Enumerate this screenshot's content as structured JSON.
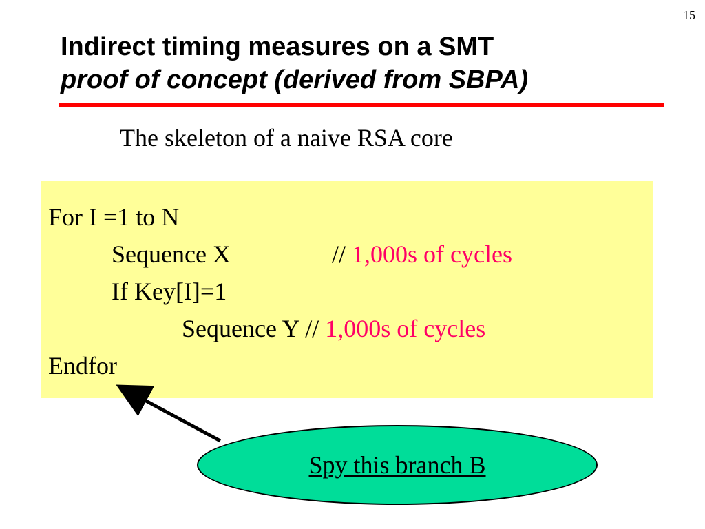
{
  "page": {
    "number": "15"
  },
  "title": {
    "line1": "Indirect timing measures on a SMT",
    "line2": "proof of concept (derived from SBPA)"
  },
  "subtitle": "The skeleton of a naive RSA core",
  "code": {
    "line1": "For I =1 to N",
    "line2_stmt": "Sequence X",
    "line2_comment_slashes": "//",
    "line2_comment_text": "1,000s of cycles",
    "line3": "If  Key[I]=1",
    "line4_stmt": "Sequence Y //",
    "line4_comment_text": "1,000s of cycles",
    "line5": "Endfor"
  },
  "callout": {
    "label": "Spy this branch B"
  },
  "colors": {
    "title_rule": "#ff0000",
    "code_background": "#ffff99",
    "comment_text": "#ff0066",
    "callout_fill": "#00dd99"
  }
}
